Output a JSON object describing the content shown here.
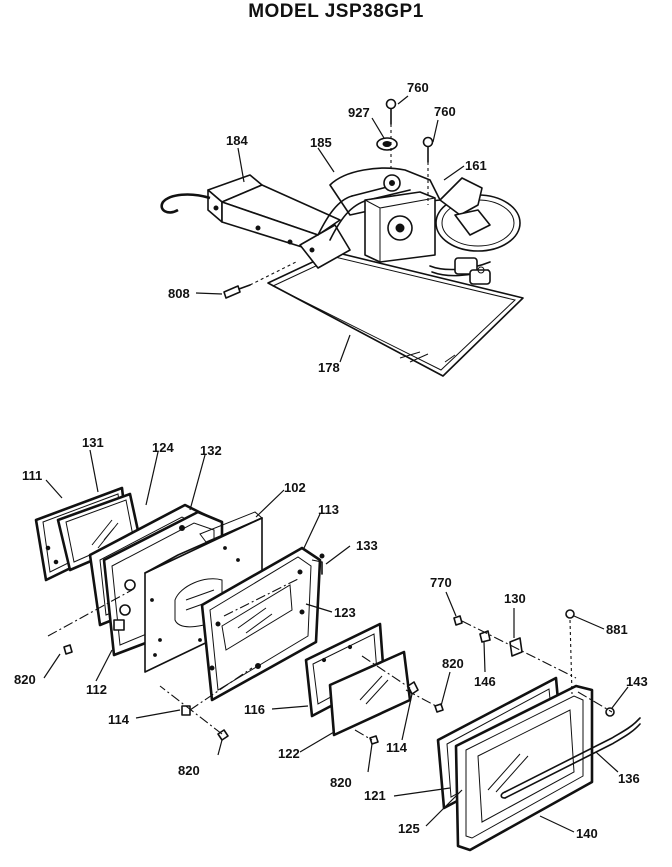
{
  "title": "MODEL JSP38GP1",
  "parts": [
    {
      "id": "p760a",
      "label": "760"
    },
    {
      "id": "p927",
      "label": "927"
    },
    {
      "id": "p760b",
      "label": "760"
    },
    {
      "id": "p184",
      "label": "184"
    },
    {
      "id": "p185",
      "label": "185"
    },
    {
      "id": "p161",
      "label": "161"
    },
    {
      "id": "p808",
      "label": "808"
    },
    {
      "id": "p178",
      "label": "178"
    },
    {
      "id": "p131",
      "label": "131"
    },
    {
      "id": "p124",
      "label": "124"
    },
    {
      "id": "p132",
      "label": "132"
    },
    {
      "id": "p111",
      "label": "111"
    },
    {
      "id": "p102",
      "label": "102"
    },
    {
      "id": "p113",
      "label": "113"
    },
    {
      "id": "p133",
      "label": "133"
    },
    {
      "id": "p123",
      "label": "123"
    },
    {
      "id": "p820a",
      "label": "820"
    },
    {
      "id": "p112",
      "label": "112"
    },
    {
      "id": "p114a",
      "label": "114"
    },
    {
      "id": "p116",
      "label": "116"
    },
    {
      "id": "p820b",
      "label": "820"
    },
    {
      "id": "p122",
      "label": "122"
    },
    {
      "id": "p820c",
      "label": "820"
    },
    {
      "id": "p114b",
      "label": "114"
    },
    {
      "id": "p820d",
      "label": "820"
    },
    {
      "id": "p770",
      "label": "770"
    },
    {
      "id": "p130",
      "label": "130"
    },
    {
      "id": "p881",
      "label": "881"
    },
    {
      "id": "p146",
      "label": "146"
    },
    {
      "id": "p143",
      "label": "143"
    },
    {
      "id": "p136",
      "label": "136"
    },
    {
      "id": "p121",
      "label": "121"
    },
    {
      "id": "p125",
      "label": "125"
    },
    {
      "id": "p140",
      "label": "140"
    }
  ]
}
